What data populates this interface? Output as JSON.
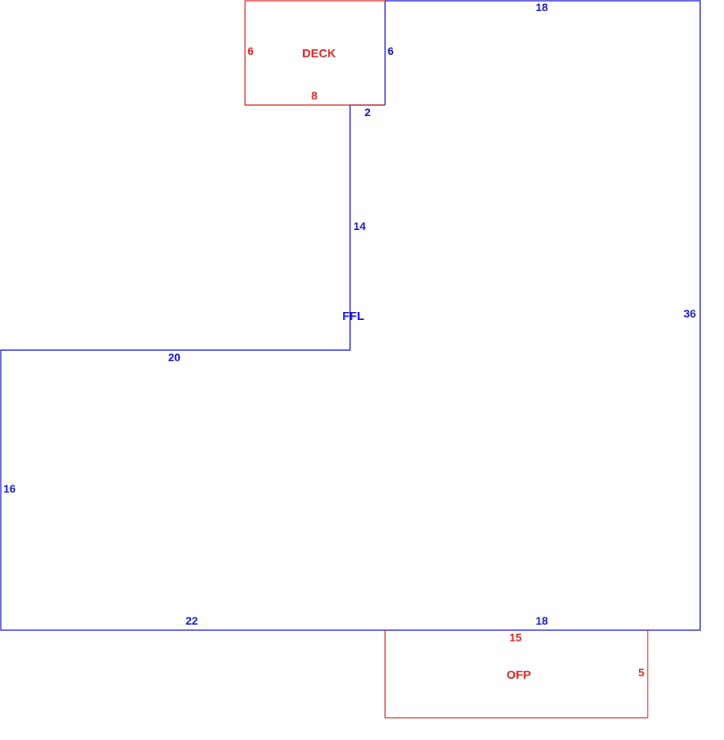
{
  "colors": {
    "main_area": "#0b0bd0",
    "attached_area": "#d9211f"
  },
  "areas": {
    "main": {
      "label": "FFL",
      "dimensions": {
        "top": "18",
        "right": "36",
        "bottom_right": "18",
        "bottom_left": "22",
        "left": "16",
        "mid_horizontal": "20",
        "inner_vertical": "14",
        "step": "2",
        "deck_side": "6"
      }
    },
    "deck": {
      "label": "DECK",
      "dimensions": {
        "left": "6",
        "bottom": "8"
      }
    },
    "porch": {
      "label": "OFP",
      "dimensions": {
        "top": "15",
        "right": "5"
      }
    }
  }
}
